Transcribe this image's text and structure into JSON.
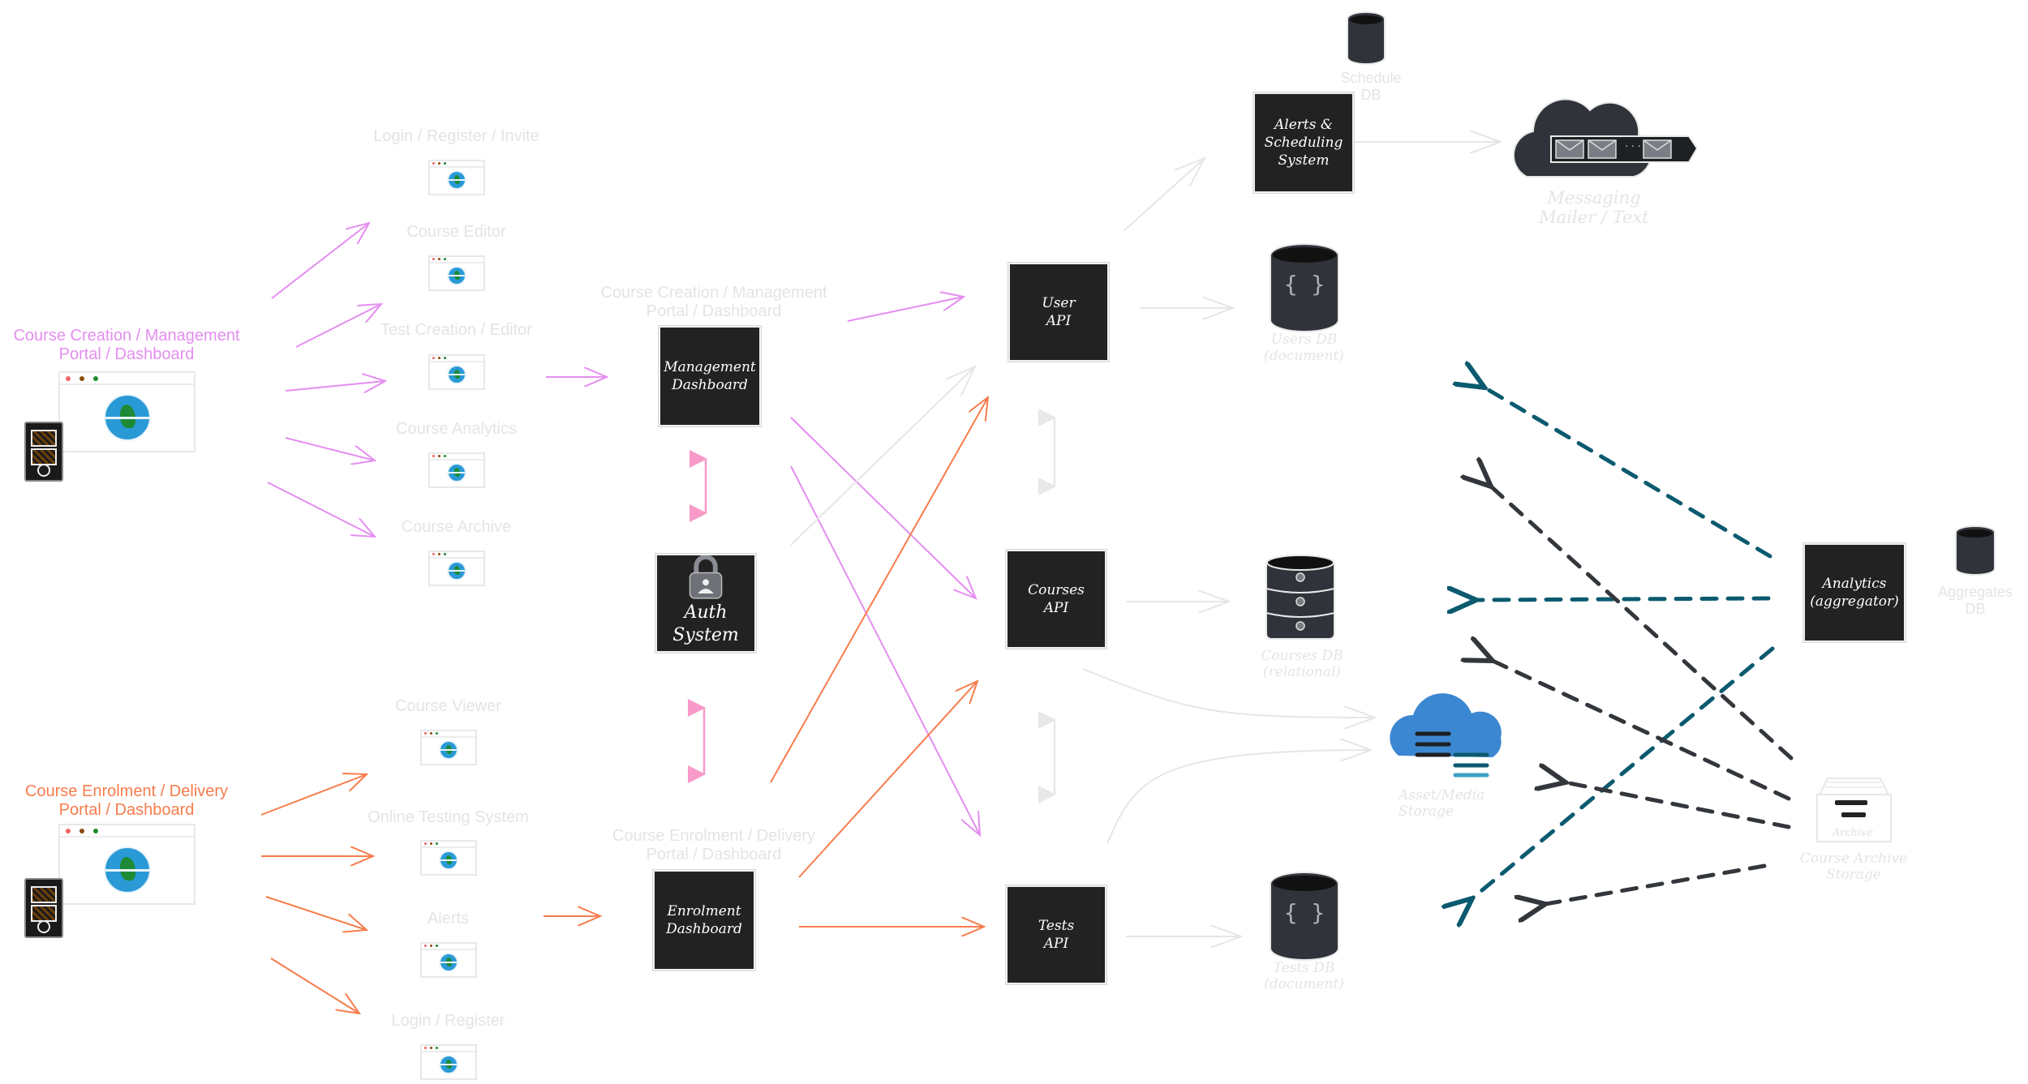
{
  "colors": {
    "management": "#e48ef0",
    "enrolment": "#f87c4c",
    "auth_link": "#f79ac9",
    "faint": "#e6e6e6",
    "teal_dashed": "#0b5a6f",
    "dark_dashed": "#33373c",
    "box_fill": "#222222",
    "asset_cloud": "#3c87d2"
  },
  "portals": {
    "management": {
      "title_line1": "Course Creation / Management",
      "title_line2": "Portal / Dashboard",
      "icon": "browser-globe-with-phone"
    },
    "enrolment": {
      "title_line1": "Course Enrolment / Delivery",
      "title_line2": "Portal / Dashboard",
      "icon": "browser-globe-with-phone"
    }
  },
  "management_pages": [
    {
      "label": "Login / Register / Invite"
    },
    {
      "label": "Course Editor"
    },
    {
      "label": "Test Creation / Editor"
    },
    {
      "label": "Course Analytics"
    },
    {
      "label": "Course Archive"
    }
  ],
  "enrolment_pages": [
    {
      "label": "Course Viewer"
    },
    {
      "label": "Online Testing System"
    },
    {
      "label": "Alerts"
    },
    {
      "label": "Login / Register"
    }
  ],
  "dashboards": {
    "management": {
      "caption_line1": "Course Creation / Management",
      "caption_line2": "Portal / Dashboard",
      "line1": "Management",
      "line2": "Dashboard"
    },
    "auth": {
      "line1": "Auth",
      "line2": "System",
      "icon": "padlock-user"
    },
    "enrolment": {
      "caption_line1": "Course Enrolment / Delivery",
      "caption_line2": "Portal / Dashboard",
      "line1": "Enrolment",
      "line2": "Dashboard"
    }
  },
  "apis": {
    "user": {
      "line1": "User",
      "line2": "API"
    },
    "courses": {
      "line1": "Courses",
      "line2": "API"
    },
    "tests": {
      "line1": "Tests",
      "line2": "API"
    }
  },
  "alerts_system": {
    "line1": "Alerts &",
    "line2": "Scheduling",
    "line3": "System"
  },
  "databases": {
    "schedule": {
      "line1": "Schedule",
      "line2": "DB"
    },
    "users": {
      "line1": "Users DB",
      "line2": "(document)",
      "glyph": "{ }"
    },
    "courses": {
      "line1": "Courses DB",
      "line2": "(relational)"
    },
    "tests": {
      "line1": "Tests DB",
      "line2": "(document)",
      "glyph": "{ }"
    },
    "aggregates": {
      "line1": "Aggregates",
      "line2": "DB"
    }
  },
  "messaging": {
    "line1": "Messaging",
    "line2": "Mailer / Text",
    "dots": ". . ."
  },
  "asset_storage": {
    "line1": "Asset/Media",
    "line2": "Storage"
  },
  "analytics": {
    "line1": "Analytics",
    "line2": "(aggregator)"
  },
  "archive_storage": {
    "line1": "Course Archive",
    "line2": "Storage",
    "drawer_label": "Archive"
  }
}
